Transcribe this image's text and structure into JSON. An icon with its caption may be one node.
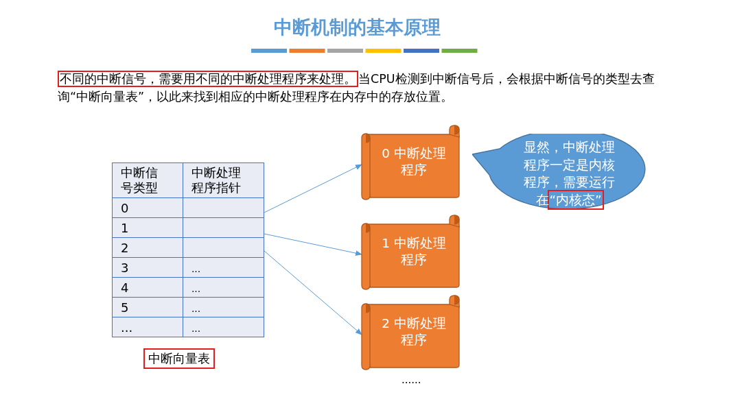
{
  "diagram": {
    "title": "中断机制的基本原理",
    "nodes": [
      {
        "text": [
          "中断向量表"
        ]
      },
      {
        "text": [
          "0 中断处理程序"
        ]
      },
      {
        "text": [
          "1 中断处理程序"
        ]
      },
      {
        "text": [
          "2 中断处理程序"
        ]
      },
      {
        "text": [
          "显然，中断处理程序一定是内核程序，需要运行在“内核态”"
        ]
      }
    ],
    "edges": [
      {
        "from": 0,
        "to": 1,
        "arrow": "to"
      },
      {
        "from": 0,
        "to": 2,
        "arrow": "to"
      },
      {
        "from": 0,
        "to": 3,
        "arrow": "to"
      }
    ],
    "labels": [
      "不同的中断信号，需要用不同的中断处理程序来处理。",
      "当CPU检测到中断信号后，会根据中断信号的类型去查询“中断向量表”，以此来找到相应的中断处理程序在内存中的存放位置。",
      "中断信号类型",
      "中断处理程序指针",
      "0",
      "1",
      "2",
      "3",
      "...",
      "4",
      "...",
      "5",
      "...",
      "...",
      "...",
      "......"
    ]
  }
}
